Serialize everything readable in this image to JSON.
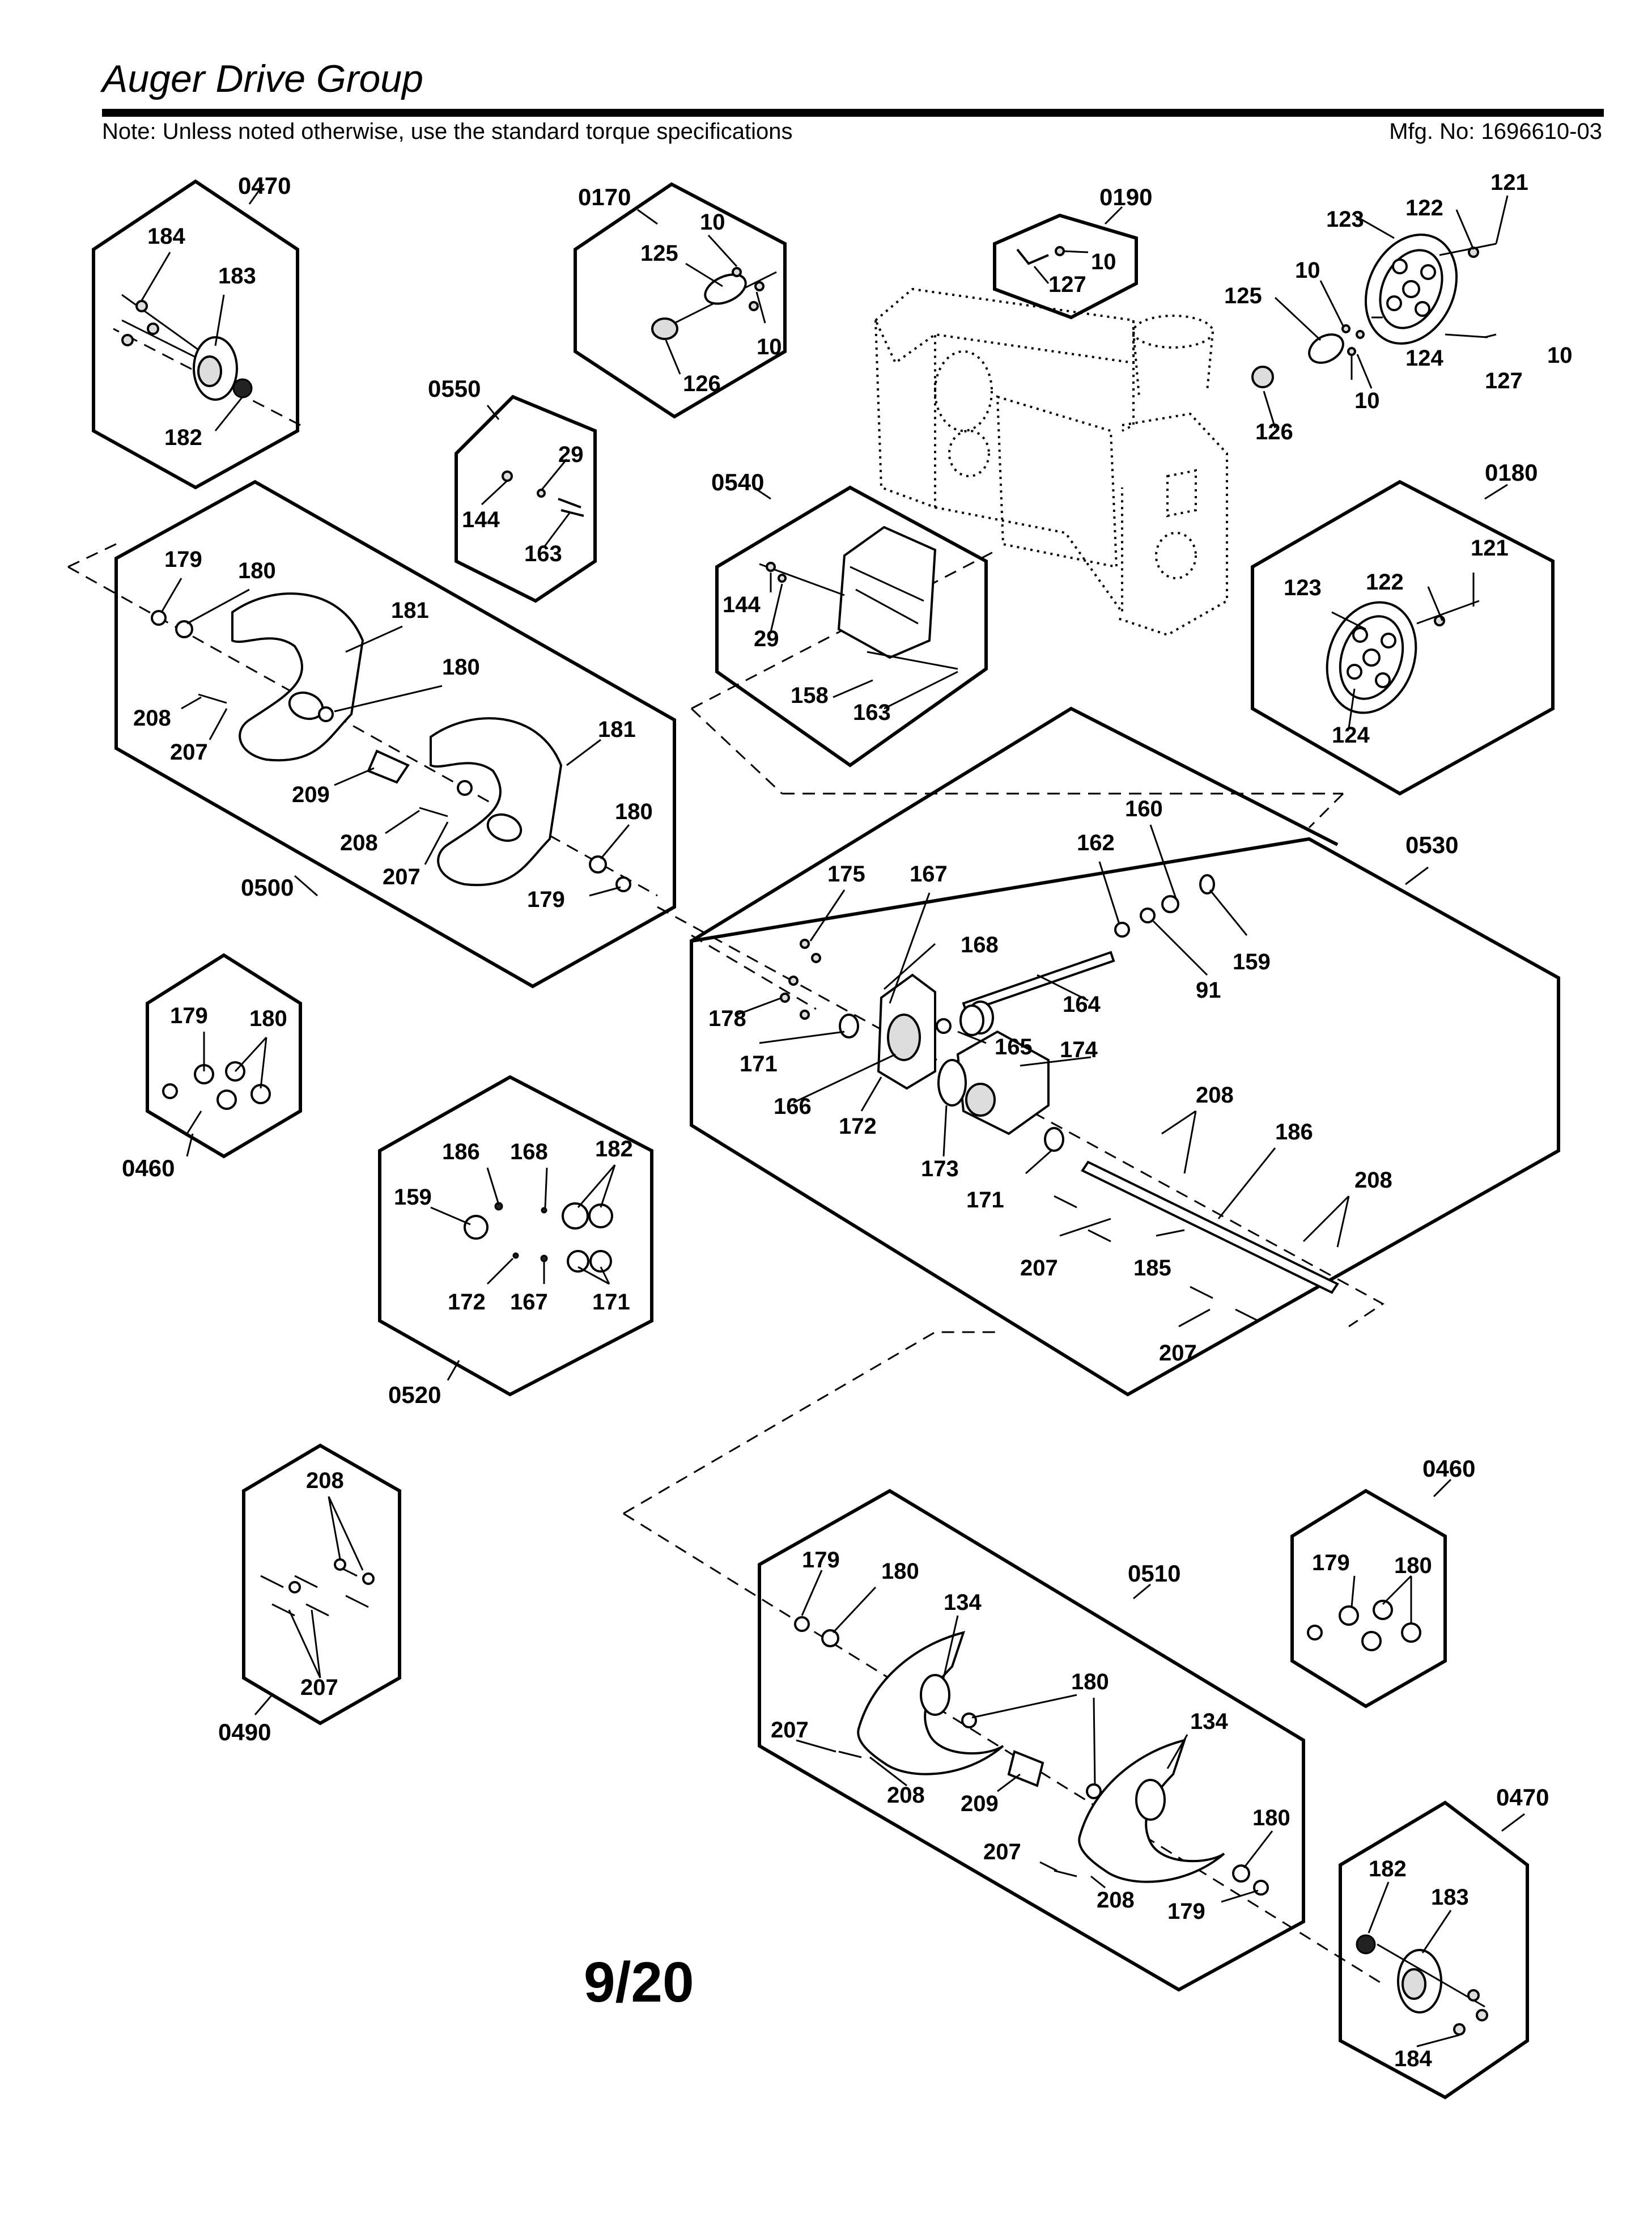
{
  "header": {
    "title": "Auger Drive Group",
    "note": "Note: Unless noted otherwise, use the standard torque specifications",
    "mfg": "Mfg. No: 1696610-03"
  },
  "footer": {
    "page": "9/20"
  },
  "groups": {
    "g0470a": "0470",
    "g0170": "0170",
    "g0190": "0190",
    "g0550": "0550",
    "g0540": "0540",
    "g0180": "0180",
    "g0500": "0500",
    "g0530": "0530",
    "g0460a": "0460",
    "g0520": "0520",
    "g0490": "0490",
    "g0510": "0510",
    "g0460b": "0460",
    "g0470b": "0470"
  },
  "labels": [
    "184",
    "183",
    "182",
    "10",
    "125",
    "10",
    "126",
    "10",
    "127",
    "121",
    "122",
    "123",
    "10",
    "125",
    "10",
    "124",
    "127",
    "10",
    "126",
    "29",
    "144",
    "163",
    "144",
    "29",
    "158",
    "163",
    "121",
    "122",
    "123",
    "124",
    "179",
    "180",
    "181",
    "180",
    "208",
    "207",
    "209",
    "181",
    "208",
    "207",
    "180",
    "179",
    "175",
    "167",
    "168",
    "178",
    "171",
    "166",
    "172",
    "165",
    "164",
    "173",
    "174",
    "171",
    "162",
    "160",
    "159",
    "91",
    "208",
    "186",
    "208",
    "207",
    "185",
    "207",
    "179",
    "180",
    "186",
    "168",
    "182",
    "159",
    "172",
    "167",
    "171",
    "208",
    "207",
    "179",
    "180",
    "134",
    "180",
    "134",
    "207",
    "208",
    "209",
    "207",
    "180",
    "179",
    "208",
    "179",
    "180",
    "182",
    "183",
    "184"
  ]
}
